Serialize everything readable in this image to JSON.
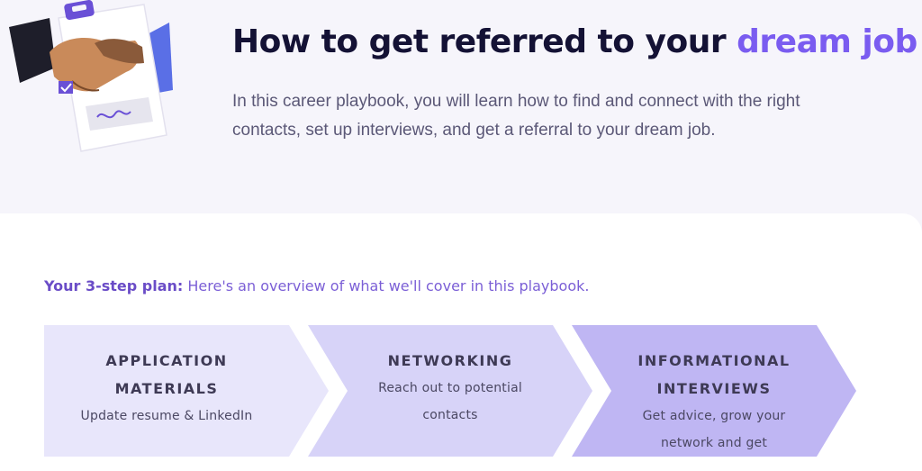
{
  "hero": {
    "title_main": "How to get referred to your ",
    "title_accent": "dream job",
    "subtitle": "In this career playbook, you will learn how to find and connect with the right contacts, set up interviews, and get a referral to your dream job."
  },
  "plan": {
    "lead": "Your 3-step plan:",
    "text": " Here's an overview of what we'll cover in this playbook."
  },
  "steps": [
    {
      "title": "APPLICATION MATERIALS",
      "description": "Update resume & LinkedIn",
      "color": "#e8e6fb"
    },
    {
      "title": "NETWORKING",
      "description": "Reach out to potential contacts",
      "color": "#d7d3f8"
    },
    {
      "title": "INFORMATIONAL INTERVIEWS",
      "description": "Get advice, grow your network and get",
      "color": "#bfb6f3"
    }
  ],
  "colors": {
    "accent": "#7a5cf0",
    "title": "#141235",
    "plan_lead": "#6a4cc7"
  },
  "illustration": {
    "icons": [
      "handshake-icon",
      "clipboard-icon",
      "checkbox-icon",
      "signature-icon"
    ]
  }
}
